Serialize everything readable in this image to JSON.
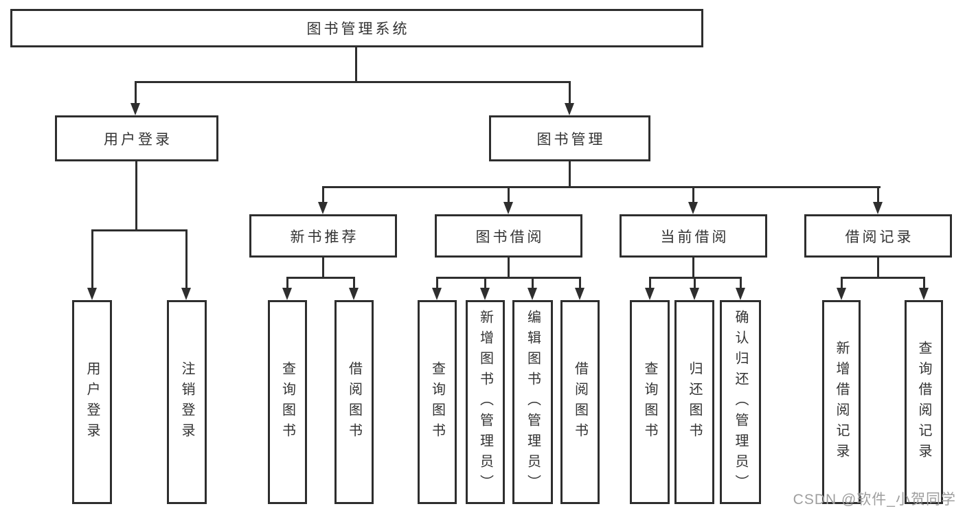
{
  "tree": {
    "root": {
      "label": "图书管理系统"
    },
    "level2": [
      {
        "label": "用户登录"
      },
      {
        "label": "图书管理"
      }
    ],
    "level3": [
      {
        "label": "新书推荐",
        "parent": "图书管理"
      },
      {
        "label": "图书借阅",
        "parent": "图书管理"
      },
      {
        "label": "当前借阅",
        "parent": "图书管理"
      },
      {
        "label": "借阅记录",
        "parent": "图书管理"
      }
    ],
    "leaves": [
      {
        "label": "用户登录",
        "parent": "用户登录"
      },
      {
        "label": "注销登录",
        "parent": "用户登录"
      },
      {
        "label": "查询图书",
        "parent": "新书推荐"
      },
      {
        "label": "借阅图书",
        "parent": "新书推荐"
      },
      {
        "label": "查询图书",
        "parent": "图书借阅"
      },
      {
        "label": "新增图书（管理员）",
        "parent": "图书借阅"
      },
      {
        "label": "编辑图书（管理员）",
        "parent": "图书借阅"
      },
      {
        "label": "借阅图书",
        "parent": "图书借阅"
      },
      {
        "label": "查询图书",
        "parent": "当前借阅"
      },
      {
        "label": "归还图书",
        "parent": "当前借阅"
      },
      {
        "label": "确认归还（管理员）",
        "parent": "当前借阅"
      },
      {
        "label": "新增借阅记录",
        "parent": "借阅记录"
      },
      {
        "label": "查询借阅记录",
        "parent": "借阅记录"
      }
    ]
  },
  "watermark": {
    "text": "CSDN @软件_小贺同学"
  },
  "colors": {
    "line": "#2e2e2e",
    "text": "#333333",
    "watermark": "#9e9e9e",
    "background": "#ffffff"
  }
}
